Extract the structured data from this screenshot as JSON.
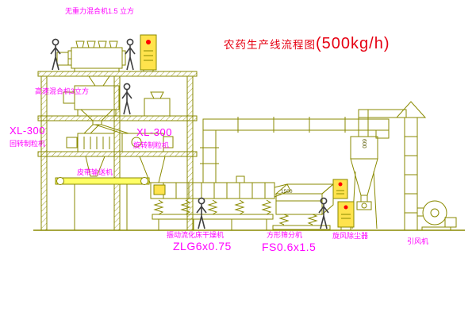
{
  "title": {
    "text": "农药生产线流程图",
    "capacity": "(500kg/h)"
  },
  "labels": {
    "mixer_top": "无重力混合机1.5 立方",
    "mixer_high_speed": "高速混合机3立方",
    "granulator_left_model": "XL-300",
    "granulator_left_name": "回转制粒机",
    "granulator_mid_model": "XL-300",
    "granulator_mid_name": "旋转制粒机",
    "belt_conveyor": "皮带输送机",
    "dryer_name": "振动流化床干燥机",
    "dryer_model": "ZLG6x0.75",
    "sifter_name": "方形筛分机",
    "sifter_model": "FS0.6x1.5",
    "cyclone_name": "旋风除尘器",
    "fan_name": "引风机",
    "cyclone_dim": "600",
    "sifter_dim": "1500"
  },
  "colors": {
    "equipment_line": "#8a8a00",
    "label_text": "#ff00ff",
    "title_text": "#e60012",
    "cabinet_fill": "#ffe34d",
    "belt_fill": "#ffff66",
    "indicator_dot": "#ff0000"
  }
}
